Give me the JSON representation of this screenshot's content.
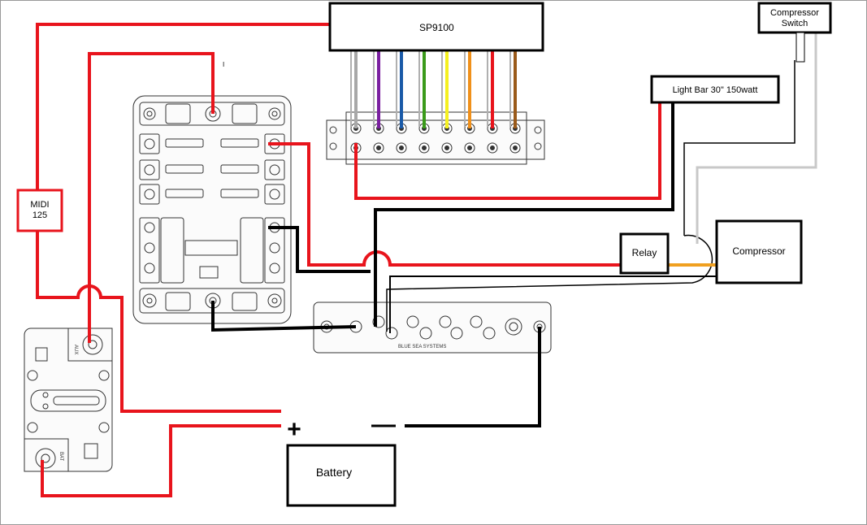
{
  "labels": {
    "sp9100": "SP9100",
    "compressor_switch_line1": "Compressor",
    "compressor_switch_line2": "Switch",
    "light_bar": "Light Bar 30\"   150watt",
    "midi_line1": "MIDI",
    "midi_line2": "125",
    "relay": "Relay",
    "compressor": "Compressor",
    "battery": "Battery",
    "plus": "+",
    "minus": "—",
    "busbar_brand": "BLUE SEA SYSTEMS",
    "breaker_aux": "AUX",
    "breaker_bat": "BAT",
    "tick_mark": "I"
  },
  "wire_colors": {
    "power": "#e8141c",
    "ground": "#000000",
    "switch": "#c8c8c8",
    "compressor_feed": "#f0a020",
    "sp9100_leads": [
      "#a8a8a8",
      "#7a1fa0",
      "#1a5aa8",
      "#3a9a1a",
      "#f5f020",
      "#f0901a",
      "#e8141c",
      "#9a5a1a"
    ]
  }
}
